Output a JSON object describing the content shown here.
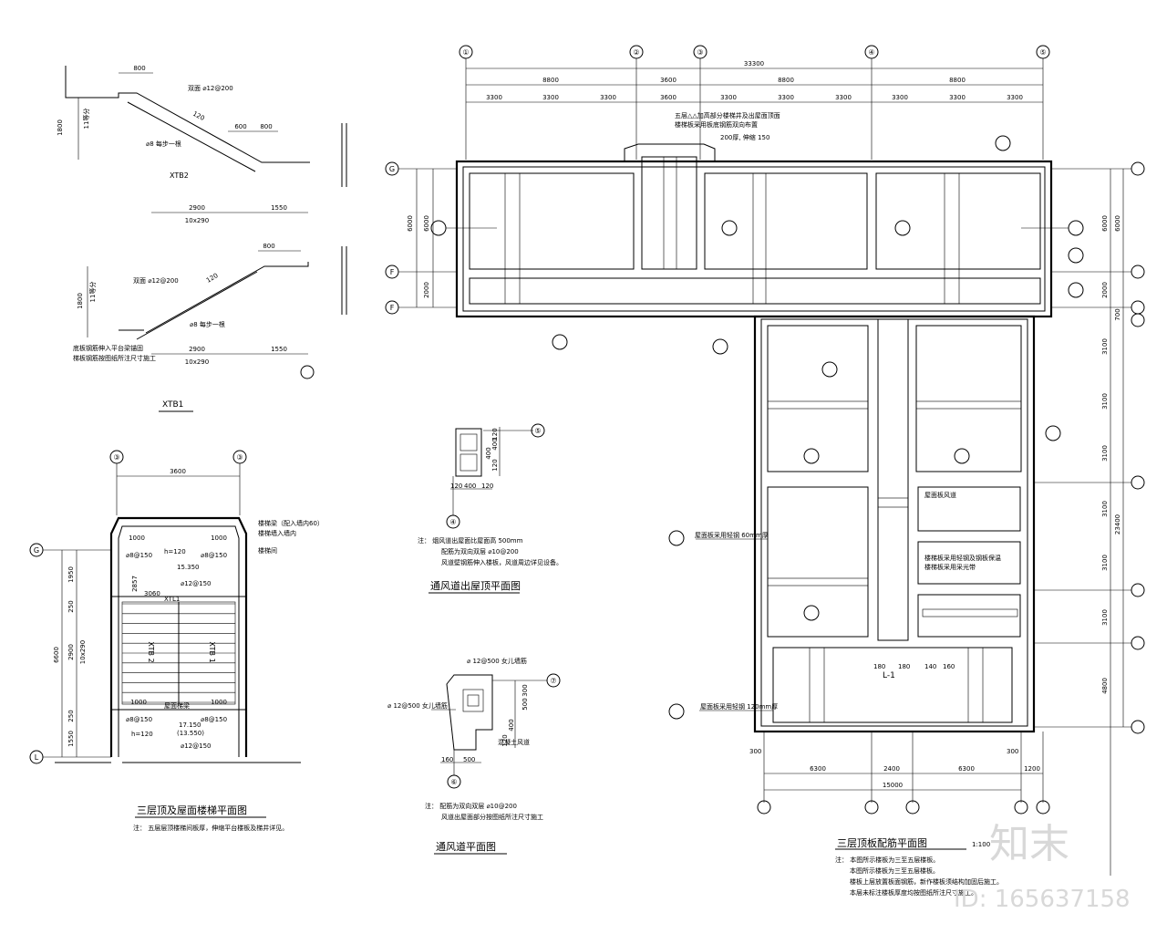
{
  "plan": {
    "grid_top": [
      "①",
      "②",
      "③",
      "④",
      "⑤"
    ],
    "dims_top_total": "33300",
    "dims_top_mid": [
      "8800",
      "3600",
      "8800",
      "8800"
    ],
    "dims_top_sub": [
      "3300",
      "3300",
      "3300",
      "3600",
      "3300",
      "3300",
      "3300",
      "3300",
      "3300",
      "3300"
    ],
    "dims_bottom_total": "15000",
    "dims_bottom": [
      "6300",
      "2400",
      "6300"
    ],
    "dims_right_total": "23400",
    "dims_right": [
      "3100",
      "3100",
      "3100",
      "3100",
      "3100",
      "3100",
      "4800"
    ],
    "dims_left": [
      "6000",
      "2000"
    ],
    "dims_right_top": [
      "6000",
      "2000",
      "700"
    ],
    "note_top": "五层△△加高部分楼梯井及出屋面顶面",
    "note_top2": "楼梯板采用板底钢筋双向布置",
    "note_top3": "200厚, 伸缩 150",
    "label_beam": "L-1",
    "note_200": "屋面板采用轻钢 60mm厚",
    "note_120": "屋面板采用轻钢 120mm厚",
    "note_box1": "屋面板风道",
    "note_box2": "楼梯板采用轻钢及钢板保温",
    "note_box3": "楼梯板采用采光带",
    "d180a": "180",
    "d180b": "180",
    "d140": "140",
    "d160": "160",
    "d300a": "300",
    "d300b": "300",
    "d1200": "1200",
    "title": "三层顶板配筋平面图",
    "scale": "1:100",
    "notes": [
      "注：  本图所示楼板为三至五层楼板。",
      "本图所示楼板为三至五层楼板。",
      "楼板上层放置板面钢筋，新作楼板须结构加固后施工。",
      "本层未标注楼板厚度均按图纸所注尺寸施工。"
    ]
  },
  "stair_sections": {
    "top_label": "XTB2",
    "dim_800a": "800",
    "dim_800b": "800",
    "dim_600": "600",
    "dim_2900a": "2900",
    "dim_1550a": "1550",
    "dim_10x290a": "10x290",
    "dim_2900b": "2900",
    "dim_1550b": "1550",
    "dim_10x290b": "10x290",
    "dim_1800a": "1800",
    "dim_11a": "11等分",
    "dim_1800b": "1800",
    "dim_11b": "11等分",
    "rebar_a": "双面 ⌀12@200",
    "rebar_b": "双面 ⌀12@200",
    "rebar_c": "⌀8 每步一根",
    "rebar_d": "⌀8 每步一根",
    "note_low": "底板钢筋伸入平台梁锚固",
    "note_low2": "梯板钢筋按图纸所注尺寸施工",
    "bottom_label": "XTB1",
    "thick_a": "120",
    "thick_b": "120"
  },
  "stair_plan": {
    "axis_top": [
      "③",
      "③"
    ],
    "dim_3600": "3600",
    "row_g": "G",
    "row_l": "L",
    "d1000a": "1000",
    "d1000b": "1000",
    "d1000c": "1000",
    "d1000d": "1000",
    "r1": "⌀8@150",
    "r2": "⌀8@150",
    "r3": "⌀8@150",
    "r4": "⌀8@150",
    "h1": "h=120",
    "h2": "h=120",
    "lv1": "15.350",
    "lv2": "17.150",
    "lv3": "(13.550)",
    "b1": "⌀12@150",
    "b2": "⌀12@150",
    "xtb1": "XTB 1",
    "xtb2": "XTB 2",
    "xtl": "XTL1",
    "d3060": "3060",
    "d1950": "1950",
    "d250": "250",
    "d2900": "2900",
    "d10x290": "10x290",
    "d250b": "250",
    "d1550": "1550",
    "d6600": "6600",
    "d2857": "2857",
    "edge_note1": "楼梯梁（配入墙内60）",
    "edge_note2": "楼梯墙入墙内",
    "edge_note3": "楼梯间",
    "mid_label": "屋面梯梁",
    "title": "三层顶及屋面楼梯平面图",
    "note": "注：  五层层顶楼梯间板厚，伸缩平台楼板及梯井详见。"
  },
  "shaft": {
    "axis": "⑤",
    "axis2": "④",
    "d120a": "120",
    "d400": "400",
    "d120b": "120",
    "d120c": "120",
    "d400b": "400",
    "d400c": "400",
    "note1": "注：  烟风道出屋面比屋面高 500mm",
    "note2": "配筋为双向双层 ⌀10@200",
    "note3": "风道壁钢筋伸入楼板，风道周边详见设备。",
    "title": "通风道出屋顶平面图"
  },
  "parapet": {
    "axis": "⑦",
    "axis2": "⑥",
    "rebar1": "⌀ 12@500 女儿墙筋",
    "rebar2": "⌀ 12@500 女儿墙筋",
    "d300": "300",
    "d500": "500",
    "d400": "400",
    "d120": "120",
    "d160": "160",
    "d500b": "500",
    "note_conc": "混凝土风道",
    "note1": "注：  配筋为双向双层 ⌀10@200",
    "note2": "风道出屋面部分按图纸所注尺寸施工",
    "title": "通风道平面图"
  },
  "watermark": {
    "brand": "知末",
    "id": "ID: 165637158"
  }
}
